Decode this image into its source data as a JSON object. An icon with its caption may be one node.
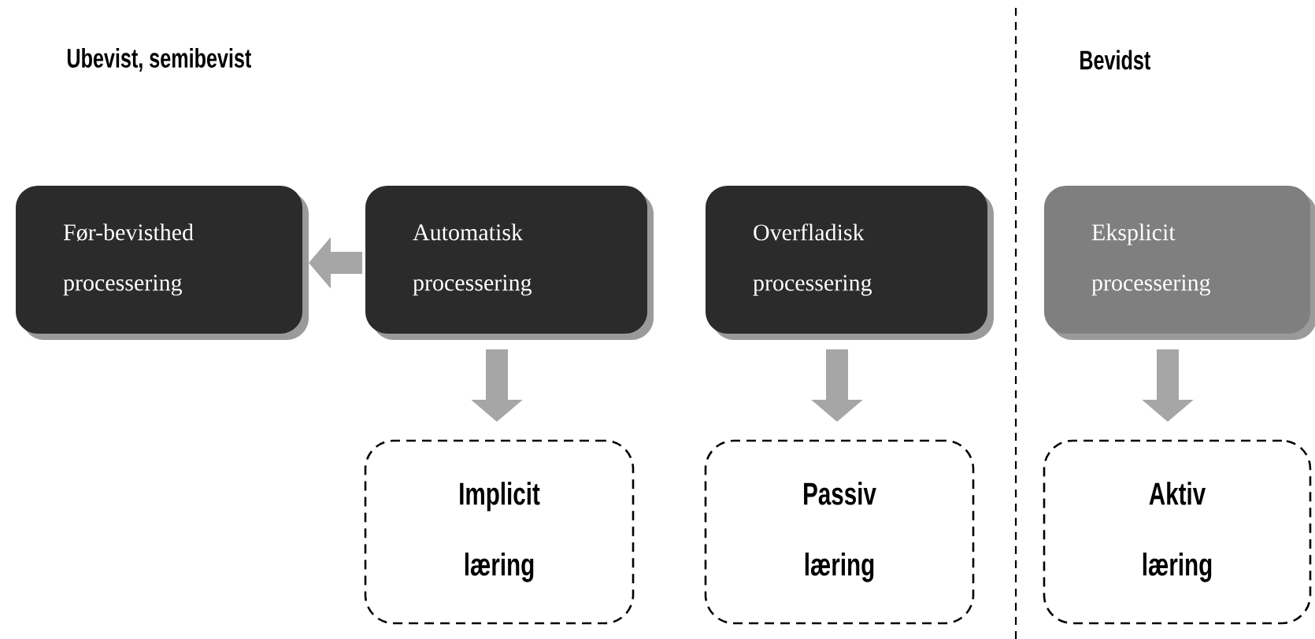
{
  "diagram": {
    "nodes": [
      {
        "text": [
          "Før-bevisthed processering"
        ]
      },
      {
        "text": [
          "Automatisk processering"
        ]
      },
      {
        "text": [
          "Overfladisk processering"
        ]
      },
      {
        "text": [
          "Eksplicit processering"
        ]
      },
      {
        "text": [
          "Implicit læring"
        ]
      },
      {
        "text": [
          "Passiv læring"
        ]
      },
      {
        "text": [
          "Aktiv læring"
        ]
      }
    ],
    "edges": [
      {
        "from": 1,
        "to": 0,
        "arrow": "to"
      },
      {
        "from": 1,
        "to": 4,
        "arrow": "to"
      },
      {
        "from": 2,
        "to": 5,
        "arrow": "to"
      },
      {
        "from": 3,
        "to": 6,
        "arrow": "to"
      }
    ],
    "labels": [
      "Ubevist, semibevist",
      "Bevidst"
    ]
  }
}
